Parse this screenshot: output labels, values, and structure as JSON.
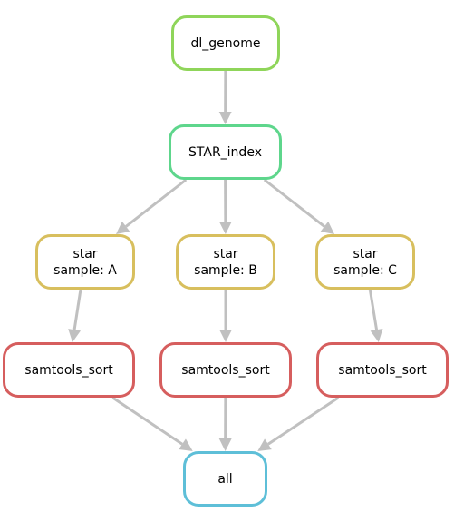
{
  "nodes": {
    "dl_genome": {
      "label": "dl_genome",
      "color": "#8fd55a"
    },
    "star_index": {
      "label": "STAR_index",
      "color": "#5ed68c"
    },
    "star_a": {
      "label": "star",
      "sub": "sample: A",
      "color": "#d8bf5e"
    },
    "star_b": {
      "label": "star",
      "sub": "sample: B",
      "color": "#d8bf5e"
    },
    "star_c": {
      "label": "star",
      "sub": "sample: C",
      "color": "#d8bf5e"
    },
    "sort_a": {
      "label": "samtools_sort",
      "color": "#d65e5e"
    },
    "sort_b": {
      "label": "samtools_sort",
      "color": "#d65e5e"
    },
    "sort_c": {
      "label": "samtools_sort",
      "color": "#d65e5e"
    },
    "all": {
      "label": "all",
      "color": "#5ebfd8"
    }
  },
  "edges": [
    [
      "dl_genome",
      "star_index"
    ],
    [
      "star_index",
      "star_a"
    ],
    [
      "star_index",
      "star_b"
    ],
    [
      "star_index",
      "star_c"
    ],
    [
      "star_a",
      "sort_a"
    ],
    [
      "star_b",
      "sort_b"
    ],
    [
      "star_c",
      "sort_c"
    ],
    [
      "sort_a",
      "all"
    ],
    [
      "sort_b",
      "all"
    ],
    [
      "sort_c",
      "all"
    ]
  ]
}
